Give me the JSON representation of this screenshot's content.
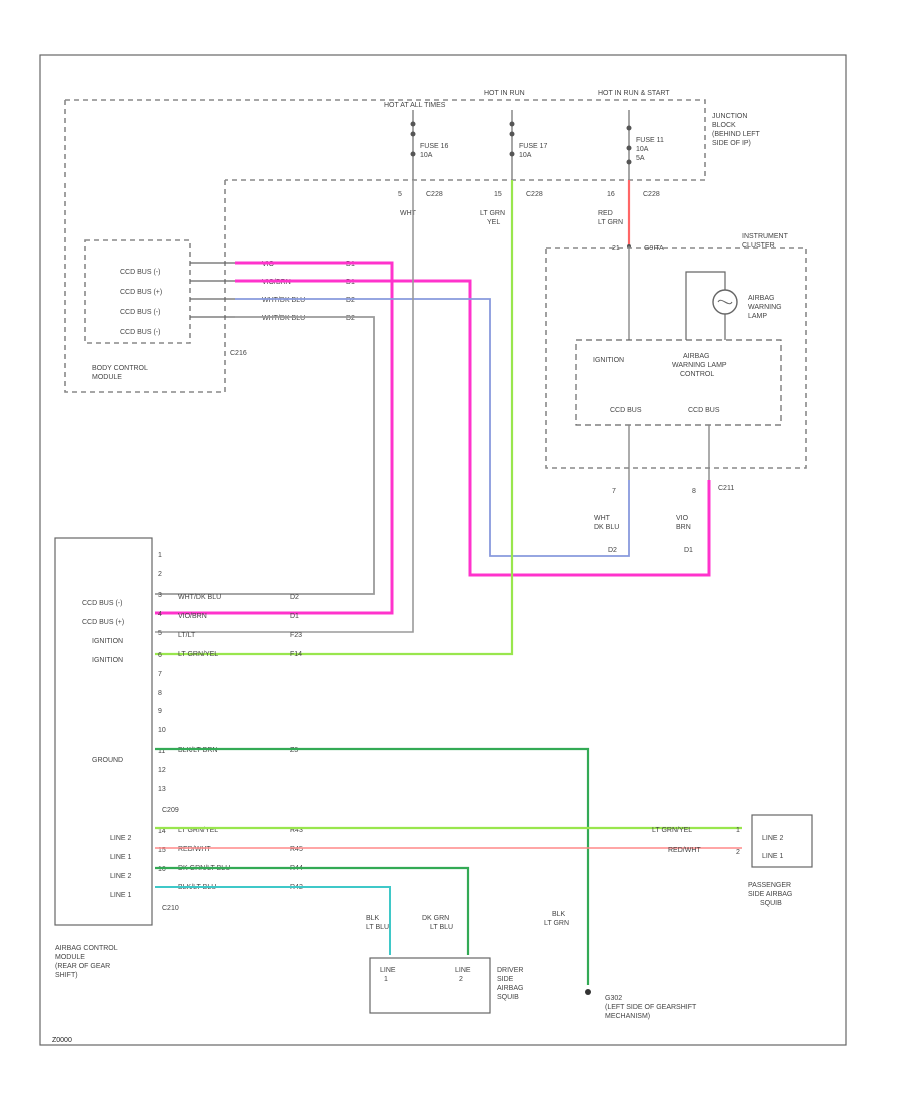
{
  "diagram_id": "Z0000",
  "power": {
    "batt": "HOT AT ALL TIMES",
    "run": "HOT IN RUN",
    "run_start": "HOT IN RUN & START"
  },
  "fuses": {
    "f16": [
      "FUSE 16",
      "10A"
    ],
    "f17": [
      "FUSE 17",
      "10A"
    ],
    "f11": [
      "FUSE 11",
      "10A",
      "5A"
    ]
  },
  "junction_block": [
    "JUNCTION",
    "BLOCK",
    "(BEHIND LEFT",
    "SIDE OF IP)"
  ],
  "connectors": {
    "c228": "C228",
    "c210": "C210",
    "c211": "C211",
    "c209": "C209",
    "c210b": "C210"
  },
  "pins": {
    "jb_a": "5",
    "jb_b": "15",
    "jb_c": "16",
    "ic_ign": "21",
    "ic_ccd1": "7",
    "ic_ccd2": "8",
    "ac_c209_top": "1",
    "ac_c209_2": "2"
  },
  "wire_colors": {
    "wht": "WHT",
    "lt_grn_yel": [
      "LT GRN",
      "YEL"
    ],
    "red_lt_grn": [
      "RED",
      "LT GRN"
    ],
    "wht_dk_blu": [
      "WHT",
      "DK BLU"
    ],
    "vio_brn": [
      "VIO",
      "BRN"
    ],
    "blk_lt_blu": [
      "BLK",
      "LT BLU"
    ],
    "dk_grn_lt_blu": [
      "DK GRN",
      "LT BLU"
    ],
    "blk_lt_grn": [
      "BLK",
      "LT GRN"
    ],
    "lt_grn_yel_2": "LT GRN/YEL",
    "red_wht": "RED/WHT"
  },
  "bcm": {
    "pins": [
      "CCD BUS (-)",
      "CCD BUS (+)",
      "CCD BUS (-)",
      "CCD BUS (-)"
    ],
    "name": [
      "BODY CONTROL",
      "MODULE"
    ],
    "connector": "C216",
    "wires": [
      "VIO",
      "VIO/BRN",
      "WHT/DK BLU",
      "WHT/DK BLU"
    ],
    "ckt": [
      "D1",
      "D1",
      "D2",
      "D2"
    ]
  },
  "ic": {
    "title": [
      "INSTRUMENT",
      "CLUSTER"
    ],
    "lamp": [
      "AIRBAG",
      "WARNING",
      "LAMP"
    ],
    "control": [
      "AIRBAG",
      "WARNING LAMP",
      "CONTROL"
    ],
    "ignition": "IGNITION",
    "ccd_a": "CCD BUS",
    "ccd_b": "CCD BUS",
    "pin_label": "G9ITA"
  },
  "acm": {
    "name": [
      "AIRBAG CONTROL",
      "MODULE",
      "(REAR OF GEAR",
      "SHIFT)"
    ],
    "pin_labels": [
      "CCD BUS (-)",
      "CCD BUS (+)",
      "IGNITION",
      "IGNITION",
      "GROUND",
      "LINE 2",
      "LINE 1",
      "LINE 2",
      "LINE 1"
    ],
    "pin_numbers": [
      "1",
      "2",
      "3",
      "4",
      "5",
      "6",
      "7",
      "8",
      "9",
      "10",
      "11",
      "12",
      "13",
      "14",
      "15",
      "16"
    ],
    "wire_labels": [
      "WHT/DK BLU",
      "VIO/BRN",
      "LT/LT",
      "LT GRN/YEL",
      "BLK/LT BRN",
      "LT GRN/YEL",
      "RED/WHT",
      "DK GRN/LT BLU",
      "BLK/LT BLU"
    ],
    "ckt_labels": [
      "D2",
      "D1",
      "F23",
      "F14",
      "Z3",
      "R43",
      "R45",
      "R44",
      "R42"
    ]
  },
  "dab": {
    "name": [
      "DRIVER",
      "SIDE",
      "AIRBAG",
      "SQUIB"
    ],
    "line1": [
      "LINE",
      "1"
    ],
    "line2": [
      "LINE",
      "2"
    ]
  },
  "pab": {
    "name": [
      "PASSENGER",
      "SIDE AIRBAG",
      "SQUIB"
    ],
    "line2": "LINE 2",
    "line1": "LINE 1",
    "pin_a": "1",
    "pin_b": "2"
  },
  "ground": {
    "id": "G302",
    "desc": [
      "(LEFT SIDE OF GEARSHIFT",
      "MECHANISM)"
    ]
  },
  "colors": {
    "pink": "#ff33cc",
    "green_yel": "#99e64d",
    "green": "#33aa55",
    "teal": "#3fc8c8",
    "red": "#ff6666",
    "blue": "#8899dd",
    "gray": "#9a9a9a"
  }
}
